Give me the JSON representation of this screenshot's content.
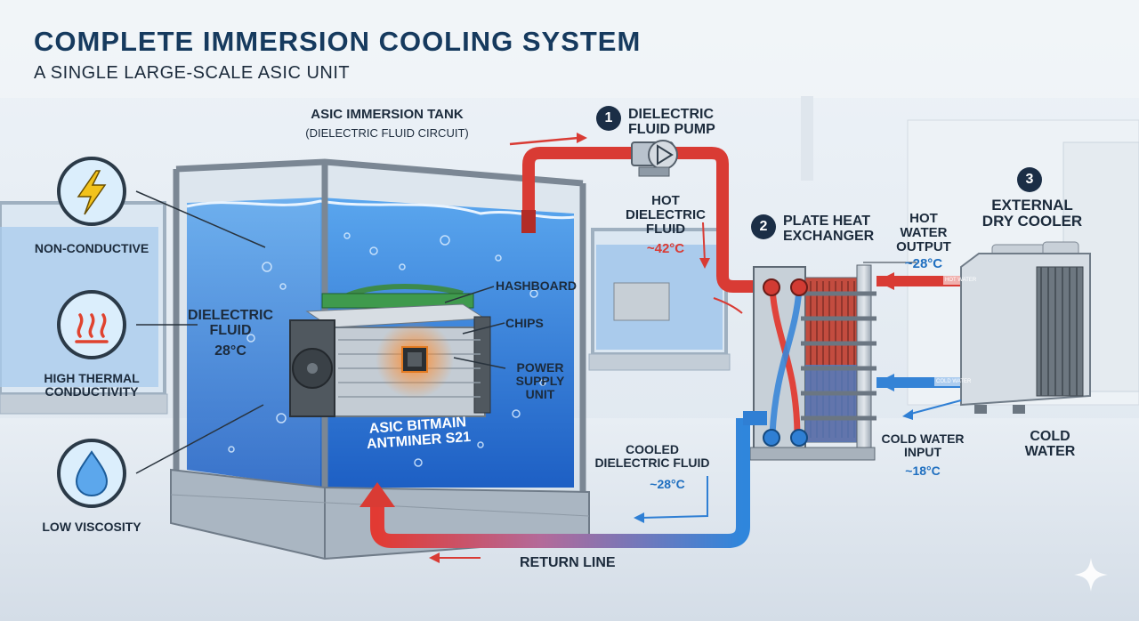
{
  "header": {
    "title": "COMPLETE IMMERSION COOLING SYSTEM",
    "subtitle": "A SINGLE LARGE-SCALE ASIC UNIT"
  },
  "properties": [
    {
      "label": "NON-CONDUCTIVE",
      "icon": "lightning-icon"
    },
    {
      "label": "HIGH THERMAL CONDUCTIVITY",
      "icon": "heat-waves-icon"
    },
    {
      "label": "LOW VISCOSITY",
      "icon": "droplet-icon"
    }
  ],
  "tank": {
    "title": "ASIC IMMERSION TANK",
    "subtitle": "(DIELECTRIC FLUID CIRCUIT)",
    "fluid_label": "DIELECTRIC FLUID",
    "fluid_temp": "28°C",
    "miner_name": "ASIC BITMAIN ANTMINER S21"
  },
  "miner_parts": {
    "hashboard": "HASHBOARD",
    "chips": "CHIPS",
    "psu": "POWER SUPPLY UNIT"
  },
  "pump": {
    "number": "1",
    "label": "DIELECTRIC FLUID PUMP"
  },
  "hot_fluid": {
    "label": "HOT DIELECTRIC FLUID",
    "temp": "~42°C"
  },
  "exchanger": {
    "number": "2",
    "label": "PLATE HEAT EXCHANGER"
  },
  "hot_water": {
    "label": "HOT WATER OUTPUT",
    "temp": "~28°C",
    "pipe_tag": "HOT WATER"
  },
  "dry_cooler": {
    "number": "3",
    "label": "EXTERNAL DRY COOLER",
    "cold_label": "COLD WATER"
  },
  "cold_water": {
    "label": "COLD WATER INPUT",
    "temp": "~18°C",
    "pipe_tag": "COLD WATER"
  },
  "cooled_fluid": {
    "label": "COOLED DIELECTRIC FLUID",
    "temp": "~28°C"
  },
  "return_line": "RETURN LINE",
  "colors": {
    "title": "#163a5e",
    "hot": "#e0322e",
    "cold": "#2e7fd6",
    "fluid": "#2a78d8",
    "accent_temp": "#1f6fc0"
  }
}
